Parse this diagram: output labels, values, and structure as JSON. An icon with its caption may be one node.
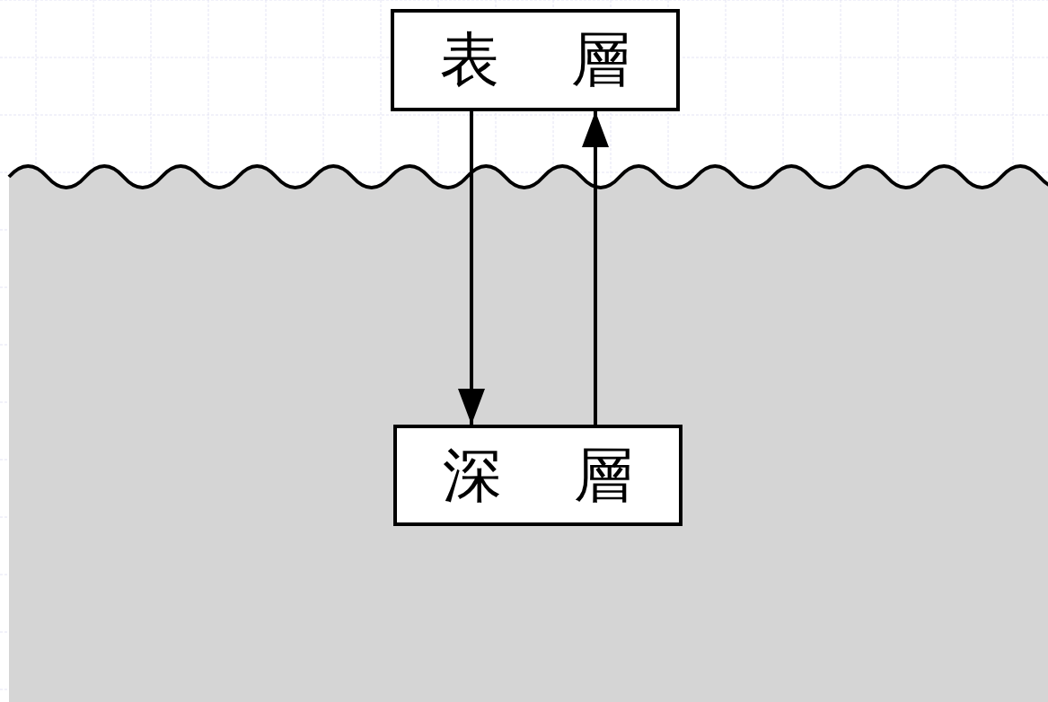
{
  "diagram": {
    "nodes": [
      {
        "text": [
          "表層"
        ]
      },
      {
        "text": [
          "深層"
        ]
      }
    ],
    "edges": [
      {
        "from": 0,
        "to": 1,
        "arrow": "to"
      },
      {
        "from": 1,
        "to": 0,
        "arrow": "to"
      }
    ]
  }
}
